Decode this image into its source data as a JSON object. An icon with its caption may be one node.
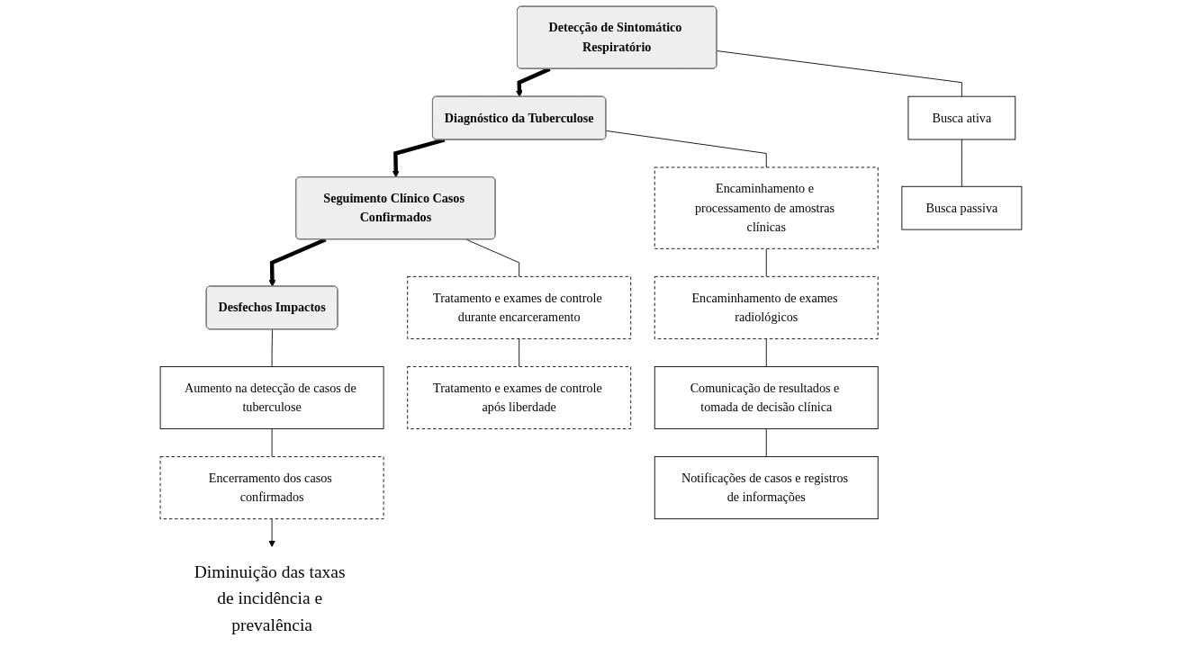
{
  "diagram": {
    "nodes": [
      {
        "text": [
          "Detecção de Sintomático Respiratório"
        ]
      },
      {
        "text": [
          "Diagnóstico da Tuberculose"
        ]
      },
      {
        "text": [
          "Seguimento Clínico Casos Confirmados"
        ]
      },
      {
        "text": [
          "Desfechos Impactos"
        ]
      },
      {
        "text": [
          "Busca ativa"
        ]
      },
      {
        "text": [
          "Busca passiva"
        ]
      },
      {
        "text": [
          "Encaminhamento e processamento de amostras clínicas"
        ]
      },
      {
        "text": [
          "Encaminhamento de exames radiológicos"
        ]
      },
      {
        "text": [
          "Comunicação de resultados e tomada de decisão clínica"
        ]
      },
      {
        "text": [
          "Notificações de casos e registros de informações"
        ]
      },
      {
        "text": [
          "Tratamento e exames de controle durante encarceramento"
        ]
      },
      {
        "text": [
          "Tratamento e exames de controle após liberdade"
        ]
      },
      {
        "text": [
          "Aumento na detecção de casos de tuberculose"
        ]
      },
      {
        "text": [
          "Encerramento dos casos confirmados"
        ]
      },
      {
        "text": [
          "Diminuição das taxas de incidência e prevalência"
        ]
      }
    ],
    "edges": [
      {
        "from": 0,
        "to": 1,
        "arrow": "to",
        "style": "thick"
      },
      {
        "from": 1,
        "to": 2,
        "arrow": "to",
        "style": "thick"
      },
      {
        "from": 2,
        "to": 3,
        "arrow": "to",
        "style": "thick"
      },
      {
        "from": 0,
        "to": 4,
        "arrow": "none"
      },
      {
        "from": 4,
        "to": 5,
        "arrow": "none"
      },
      {
        "from": 1,
        "to": 6,
        "arrow": "none"
      },
      {
        "from": 6,
        "to": 7,
        "arrow": "none"
      },
      {
        "from": 7,
        "to": 8,
        "arrow": "none"
      },
      {
        "from": 8,
        "to": 9,
        "arrow": "none"
      },
      {
        "from": 2,
        "to": 10,
        "arrow": "none"
      },
      {
        "from": 10,
        "to": 11,
        "arrow": "none"
      },
      {
        "from": 3,
        "to": 12,
        "arrow": "none"
      },
      {
        "from": 12,
        "to": 13,
        "arrow": "none"
      },
      {
        "from": 13,
        "to": 14,
        "arrow": "to"
      }
    ]
  }
}
